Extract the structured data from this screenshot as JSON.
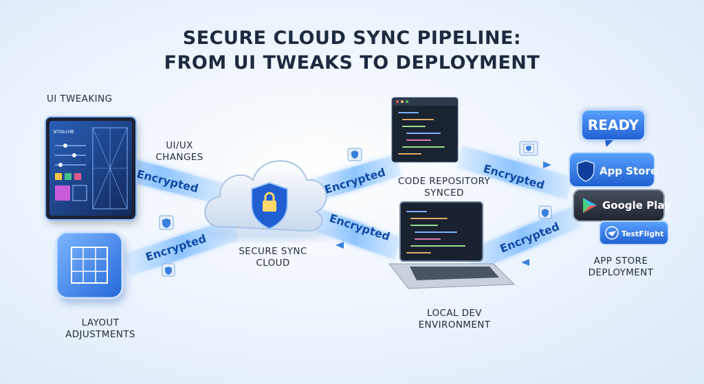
{
  "title": {
    "line1": "SECURE CLOUD SYNC PIPELINE:",
    "line2": "FROM UI TWEAKS TO DEPLOYMENT"
  },
  "nodes": {
    "ui_tweaking": "UI TWEAKING",
    "ui_ux_changes": {
      "line1": "UI/UX",
      "line2": "CHANGES"
    },
    "layout_adjustments": {
      "line1": "LAYOUT",
      "line2": "ADJUSTMENTS"
    },
    "secure_sync_cloud": {
      "line1": "SECURE SYNC",
      "line2": "CLOUD"
    },
    "code_repository": {
      "line1": "CODE REPOSITORY",
      "line2": "SYNCED"
    },
    "local_dev": {
      "line1": "LOCAL DEV",
      "line2": "ENVIRONMENT"
    },
    "app_store_deployment": {
      "line1": "APP STORE",
      "line2": "DEPLOYMENT"
    }
  },
  "tablet_text": "WTAbsHB",
  "arrows": {
    "ui_to_cloud": "Encrypted",
    "layout_to_cloud": "Encrypted",
    "cloud_to_repo": "Encrypted",
    "cloud_to_local": "Encrypted",
    "repo_to_store": "Encrypted",
    "local_to_store": "Encrypted"
  },
  "stores": {
    "ready": "READY",
    "app_store": "App Store",
    "google_play": "Google Play",
    "testflight": "TestFlight"
  },
  "icons": [
    "shield-lock-icon",
    "shield-icon",
    "folder-icon",
    "grid-icon",
    "code-window-icon",
    "laptop-icon",
    "play-icon",
    "testflight-icon"
  ],
  "colors": {
    "accent": "#2f7be6",
    "beam": "#8cc4ff",
    "dark": "#1d2a3f"
  }
}
